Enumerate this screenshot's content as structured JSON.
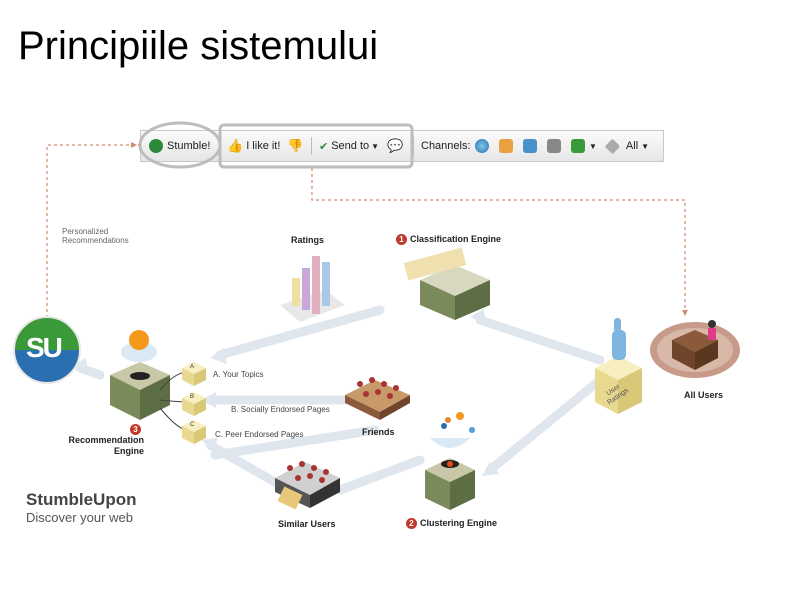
{
  "slide": {
    "title": "Principiile sistemului"
  },
  "toolbar": {
    "stumble": "Stumble!",
    "like": "I like it!",
    "send": "Send to",
    "channels": "Channels:",
    "all": "All"
  },
  "diagram": {
    "personalized": "Personalized Recommendations",
    "ratings": "Ratings",
    "classification_num": "1",
    "classification": "Classification Engine",
    "all_users": "All Users",
    "user_ratings": "User Ratings",
    "topics": "A. Your Topics",
    "socially": "B. Socially Endorsed Pages",
    "peer": "C. Peer Endorsed Pages",
    "friends": "Friends",
    "rec_num": "3",
    "rec_engine": "Recommendation Engine",
    "similar": "Similar Users",
    "clustering_num": "2",
    "clustering": "Clustering Engine",
    "box_a": "A",
    "box_b": "B",
    "box_c": "C",
    "su_logo": "SU"
  },
  "brand": {
    "name": "StumbleUpon",
    "tagline": "Discover your web"
  },
  "colors": {
    "arrow": "#dfe6ee",
    "engine": "#7a8a5a",
    "su_green": "#3a9a3a",
    "su_blue": "#2a6fb0"
  }
}
